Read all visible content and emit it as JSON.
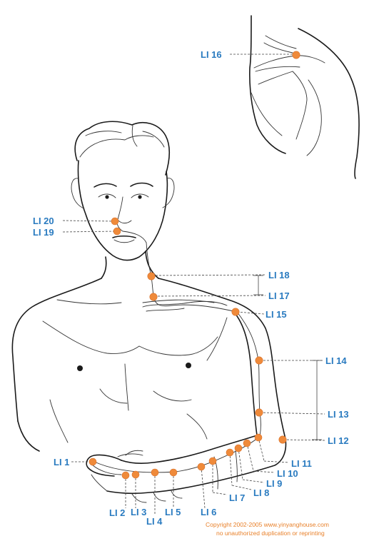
{
  "labels": {
    "li1": "LI 1",
    "li2": "LI 2",
    "li3": "LI 3",
    "li4": "LI 4",
    "li5": "LI 5",
    "li6": "LI 6",
    "li7": "LI 7",
    "li8": "LI 8",
    "li9": "LI 9",
    "li10": "LI 10",
    "li11": "LI 11",
    "li12": "LI 12",
    "li13": "LI 13",
    "li14": "LI 14",
    "li15": "LI 15",
    "li16": "LI 16",
    "li17": "LI 17",
    "li18": "LI 18",
    "li19": "LI 19",
    "li20": "LI 20"
  },
  "copyright": {
    "line1": "Copyright 2002-2005 www.yinyanghouse.com",
    "line2": "no unauthorized duplication or reprinting"
  },
  "colors": {
    "point": "#ef8a3a",
    "label": "#2a7bc0",
    "copyright": "#e8802a",
    "ink": "#1a1a1a"
  }
}
